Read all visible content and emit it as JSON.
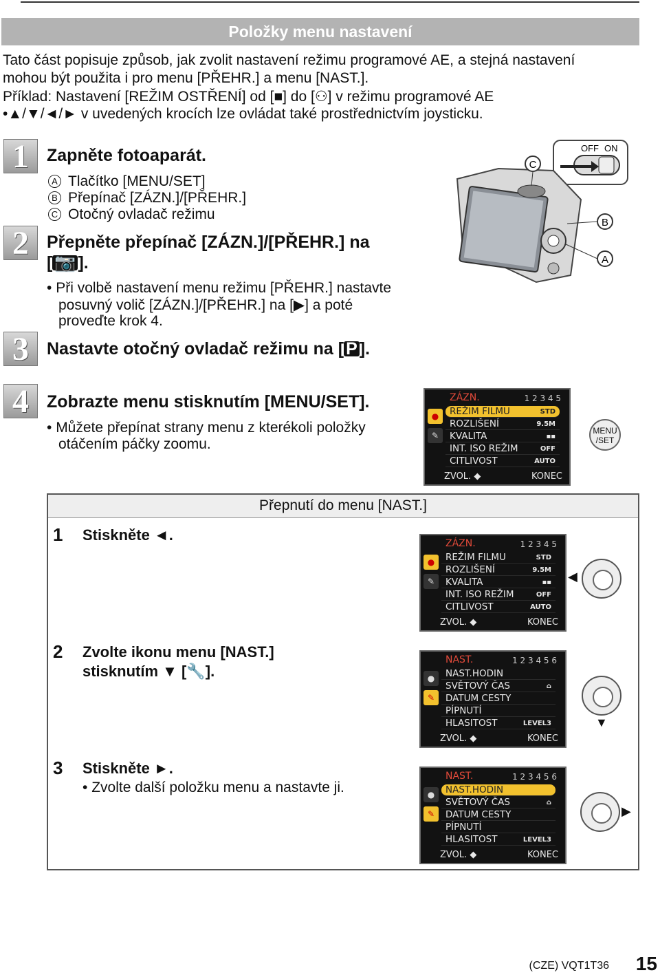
{
  "section_title": "Položky menu nastavení",
  "intro": [
    "Tato část popisuje způsob, jak zvolit nastavení režimu programové AE, a stejná nastavení",
    "mohou být použita i pro menu [PŘEHR.] a menu [NAST.].",
    "Příklad: Nastavení [REŽIM OSTŘENÍ] od [■] do [⚇] v režimu programové AE",
    "•▲/▼/◄/► v uvedených krocích lze ovládat také prostřednictvím joysticku."
  ],
  "steps": {
    "s1": {
      "num": "1",
      "title": "Zapněte fotoaparát."
    },
    "s1_items": [
      {
        "mark": "A",
        "text": "Tlačítko [MENU/SET]"
      },
      {
        "mark": "B",
        "text": "Přepínač [ZÁZN.]/[PŘEHR.]"
      },
      {
        "mark": "C",
        "text": "Otočný ovladač režimu"
      }
    ],
    "s2": {
      "num": "2",
      "title_line1": "Přepněte přepínač [ZÁZN.]/[PŘEHR.] na",
      "title_line2_pre": "[",
      "title_icon": "📷",
      "title_line2_post": "].",
      "bullet_lines": [
        "Při volbě nastavení menu režimu [PŘEHR.] nastavte",
        "posuvný volič [ZÁZN.]/[PŘEHR.] na [▶] a poté",
        "proveďte krok 4."
      ]
    },
    "s3": {
      "num": "3",
      "title_pre": "Nastavte otočný ovladač režimu na [",
      "title_icon": "P",
      "title_post": "]."
    },
    "s4": {
      "num": "4",
      "title": "Zobrazte menu stisknutím [MENU/SET].",
      "bullet_lines": [
        "Můžete přepínat strany menu z kterékoli položky",
        "otáčením páčky zoomu."
      ]
    }
  },
  "camera": {
    "callouts": [
      "C",
      "B",
      "A"
    ],
    "switch_off": "OFF",
    "switch_on": "ON"
  },
  "menu_button": {
    "line1": "MENU",
    "line2": "/SET"
  },
  "rec_menu": {
    "header": "ZÁZN.",
    "pages": "1 2 3 4 5",
    "items": [
      {
        "label": "REŽIM FILMU",
        "value": "STD"
      },
      {
        "label": "ROZLIŠENÍ",
        "value": "9.5M"
      },
      {
        "label": "KVALITA",
        "value": "▪▪"
      },
      {
        "label": "INT. ISO REŽIM",
        "value": "OFF"
      },
      {
        "label": "CITLIVOST",
        "value": "AUTO"
      }
    ],
    "footer_left": "ZVOL.",
    "footer_right": "KONEC"
  },
  "setup_menu": {
    "header": "NAST.",
    "pages": "1 2 3 4 5 6",
    "items": [
      {
        "label": "NAST.HODIN",
        "value": ""
      },
      {
        "label": "SVĚTOVÝ ČAS",
        "value": "⌂"
      },
      {
        "label": "DATUM CESTY",
        "value": ""
      },
      {
        "label": "PÍPNUTÍ",
        "value": ""
      },
      {
        "label": "HLASITOST",
        "value": "LEVEL3"
      }
    ],
    "footer_left": "ZVOL.",
    "footer_right": "KONEC"
  },
  "procedure": {
    "heading": "Přepnutí do menu [NAST.]",
    "p1": {
      "num": "1",
      "text": "Stiskněte ◄."
    },
    "p2": {
      "num": "2",
      "line1": "Zvolte ikonu menu [NAST.]",
      "line2": "stisknutím ▼ [🔧]."
    },
    "p3": {
      "num": "3",
      "text": "Stiskněte ►.",
      "bullet": "Zvolte další položku menu a nastavte ji."
    }
  },
  "footer": {
    "code": "(CZE) VQT1T36",
    "page": "15"
  },
  "colors": {
    "band": "#b3b3b3",
    "highlight": "#f2c12e",
    "menu_header": "#e24a3a"
  }
}
